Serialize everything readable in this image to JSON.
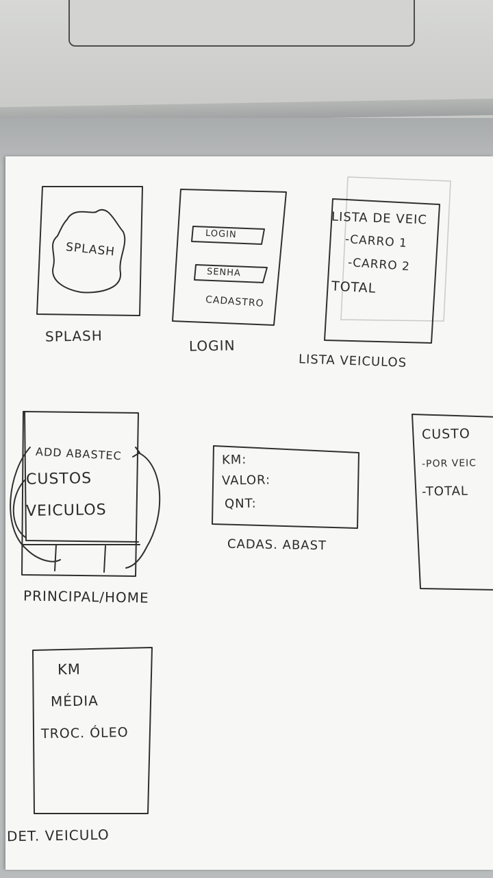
{
  "wireframes": {
    "splash": {
      "inner": "SPLASH",
      "caption": "SPLASH"
    },
    "login": {
      "field_login": "LOGIN",
      "field_senha": "SENHA",
      "link_cadastro": "CADASTRO",
      "caption": "LOGIN"
    },
    "lista_veiculos": {
      "title": "LISTA DE VEIC",
      "items": [
        "-CARRO 1",
        "-CARRO 2"
      ],
      "total": "TOTAL",
      "caption": "LISTA VEICULOS"
    },
    "principal": {
      "items": [
        "ADD ABASTEC",
        "CUSTOS",
        "VEICULOS"
      ],
      "caption": "PRINCIPAL/HOME"
    },
    "cadastro_abastecimento": {
      "fields": [
        "KM:",
        "VALOR:",
        "QNT:"
      ],
      "caption": "CADAS. ABAST"
    },
    "custo": {
      "title": "CUSTO",
      "items": [
        "-POR VEIC",
        "-TOTAL"
      ]
    },
    "detalhe_veiculo": {
      "items": [
        "KM",
        "MÉDIA",
        "TROC. ÓLEO"
      ],
      "caption": "DET. VEICULO"
    }
  }
}
